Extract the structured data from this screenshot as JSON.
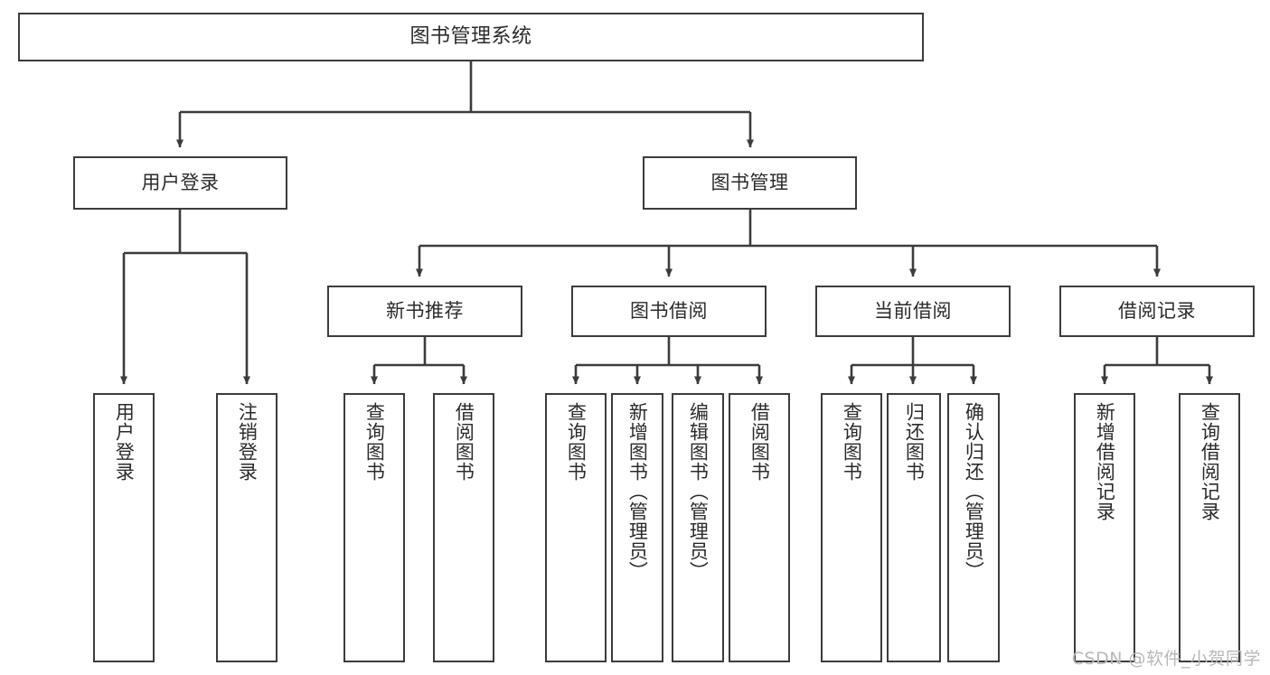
{
  "diagram": {
    "title": "图书管理系统",
    "type": "hierarchy-tree",
    "colors": {
      "border": "#3c3c3c",
      "text": "#2b2b2b",
      "background": "#ffffff",
      "watermark": "#b8b8b8"
    },
    "root": {
      "label": "图书管理系统"
    },
    "level2": [
      {
        "label": "用户登录"
      },
      {
        "label": "图书管理"
      }
    ],
    "level3": [
      {
        "label": "新书推荐"
      },
      {
        "label": "图书借阅"
      },
      {
        "label": "当前借阅"
      },
      {
        "label": "借阅记录"
      }
    ],
    "leaves": {
      "user_login": [
        {
          "label": "用户登录"
        },
        {
          "label": "注销登录"
        }
      ],
      "new_book_recommend": [
        {
          "label": "查询图书"
        },
        {
          "label": "借阅图书"
        }
      ],
      "book_borrow": [
        {
          "label": "查询图书"
        },
        {
          "label": "新增图书（管理员）"
        },
        {
          "label": "编辑图书（管理员）"
        },
        {
          "label": "借阅图书"
        }
      ],
      "current_borrow": [
        {
          "label": "查询图书"
        },
        {
          "label": "归还图书"
        },
        {
          "label": "确认归还（管理员）"
        }
      ],
      "borrow_record": [
        {
          "label": "新增借阅记录"
        },
        {
          "label": "查询借阅记录"
        }
      ]
    }
  },
  "watermark": {
    "text": "CSDN @软件_小贺同学"
  }
}
